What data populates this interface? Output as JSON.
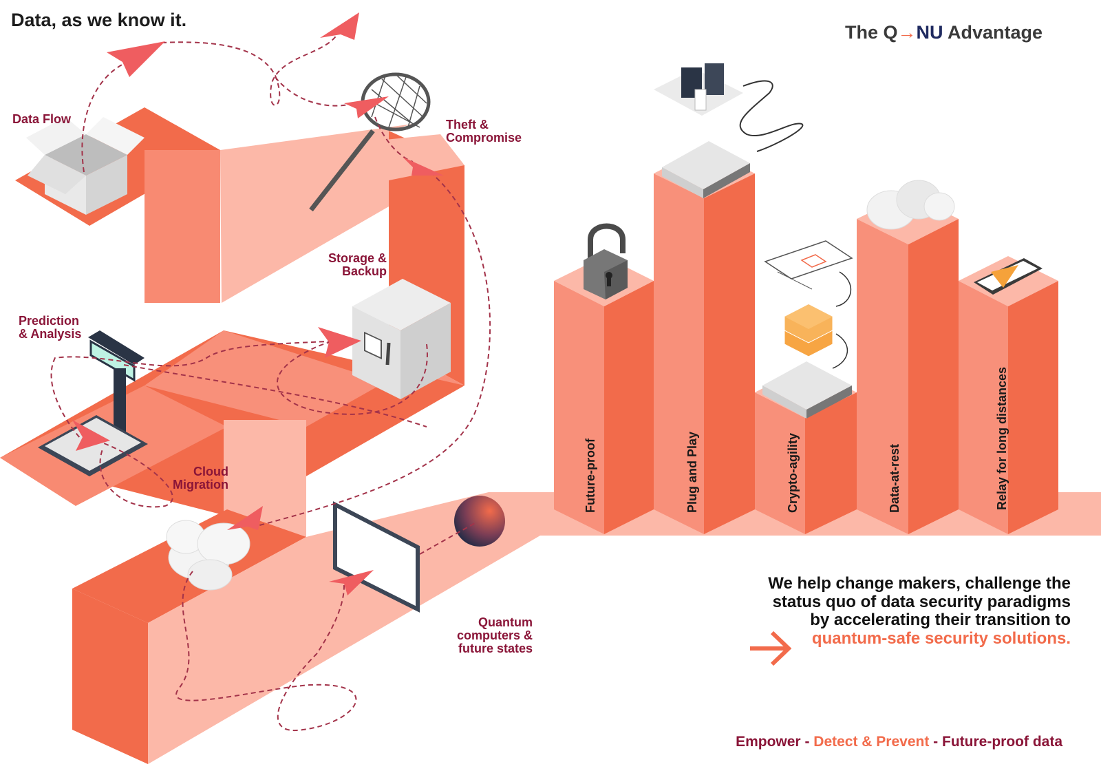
{
  "header": {
    "title": "Data, as we know it.",
    "brand_prefix": "The Q",
    "brand_arrow": "→",
    "brand_suffix": "NU",
    "brand_tail": "Advantage"
  },
  "journey_labels": {
    "data_flow": "Data Flow",
    "theft_line1": "Theft &",
    "theft_line2": "Compromise",
    "storage_line1": "Storage &",
    "storage_line2": "Backup",
    "prediction_line1": "Prediction",
    "prediction_line2": "& Analysis",
    "cloud_line1": "Cloud",
    "cloud_line2": "Migration",
    "quantum_line1": "Quantum",
    "quantum_line2": "computers &",
    "quantum_line3": "future states"
  },
  "pillars": [
    {
      "label": "Future-proof"
    },
    {
      "label": "Plug and Play"
    },
    {
      "label": "Crypto-agility"
    },
    {
      "label": "Data-at-rest"
    },
    {
      "label": "Relay for long distances"
    }
  ],
  "tagline": {
    "line1": "We help change makers, challenge the",
    "line2": "status quo of data security paradigms",
    "line3": "by accelerating their transition to",
    "line4": "quantum-safe security solutions."
  },
  "footer": {
    "part1": "Empower",
    "sep1": " - ",
    "part2": "Detect & Prevent",
    "sep2": " - ",
    "part3": "Future-proof data"
  },
  "colors": {
    "coral": "#f26b4b",
    "coral_mid": "#f8907a",
    "coral_light": "#fcb8a8",
    "maroon": "#8a1538",
    "navy": "#1f2a60"
  }
}
